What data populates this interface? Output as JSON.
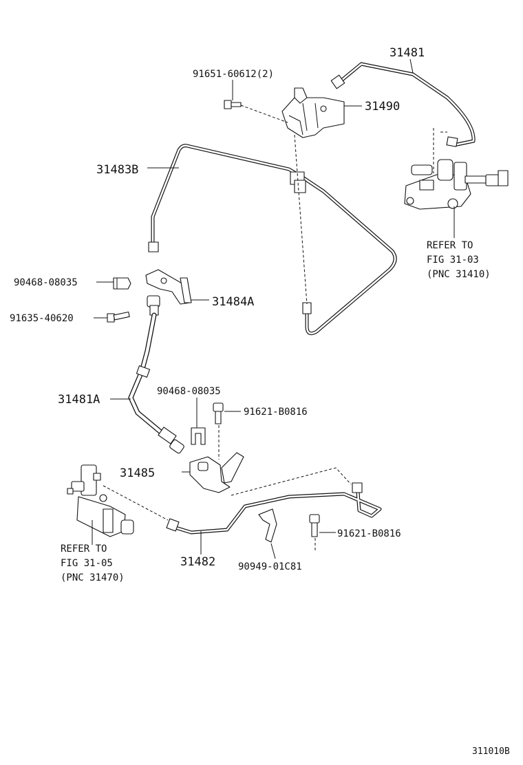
{
  "parts": {
    "p31481": "31481",
    "p91651": "91651-60612(2)",
    "p31490": "31490",
    "p31483b": "31483B",
    "p90468_a": "90468-08035",
    "p31484a": "31484A",
    "p91635": "91635-40620",
    "p31481a": "31481A",
    "p90468_b": "90468-08035",
    "p91621_a": "91621-B0816",
    "p31485": "31485",
    "p31482": "31482",
    "p91621_b": "91621-B0816",
    "p90949": "90949-01C81"
  },
  "refs": {
    "master": [
      "REFER TO",
      "FIG 31-03",
      "(PNC 31410)"
    ],
    "release": [
      "REFER TO",
      "FIG 31-05",
      "(PNC 31470)"
    ]
  },
  "figure_code": "311010B"
}
